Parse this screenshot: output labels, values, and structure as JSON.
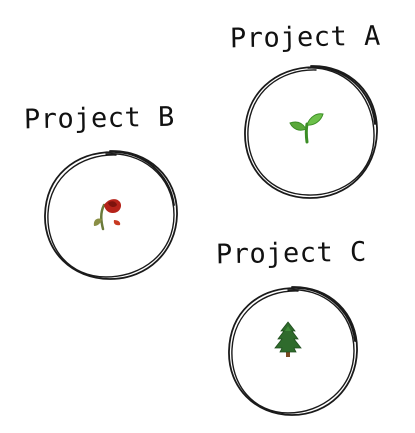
{
  "projects": [
    {
      "label": "Project A",
      "icon": "seedling-icon",
      "status_color": "#4caf2c"
    },
    {
      "label": "Project B",
      "icon": "wilted-flower-icon",
      "status_color": "#c0261b"
    },
    {
      "label": "Project C",
      "icon": "evergreen-tree-icon",
      "status_color": "#2f6b2c"
    }
  ]
}
